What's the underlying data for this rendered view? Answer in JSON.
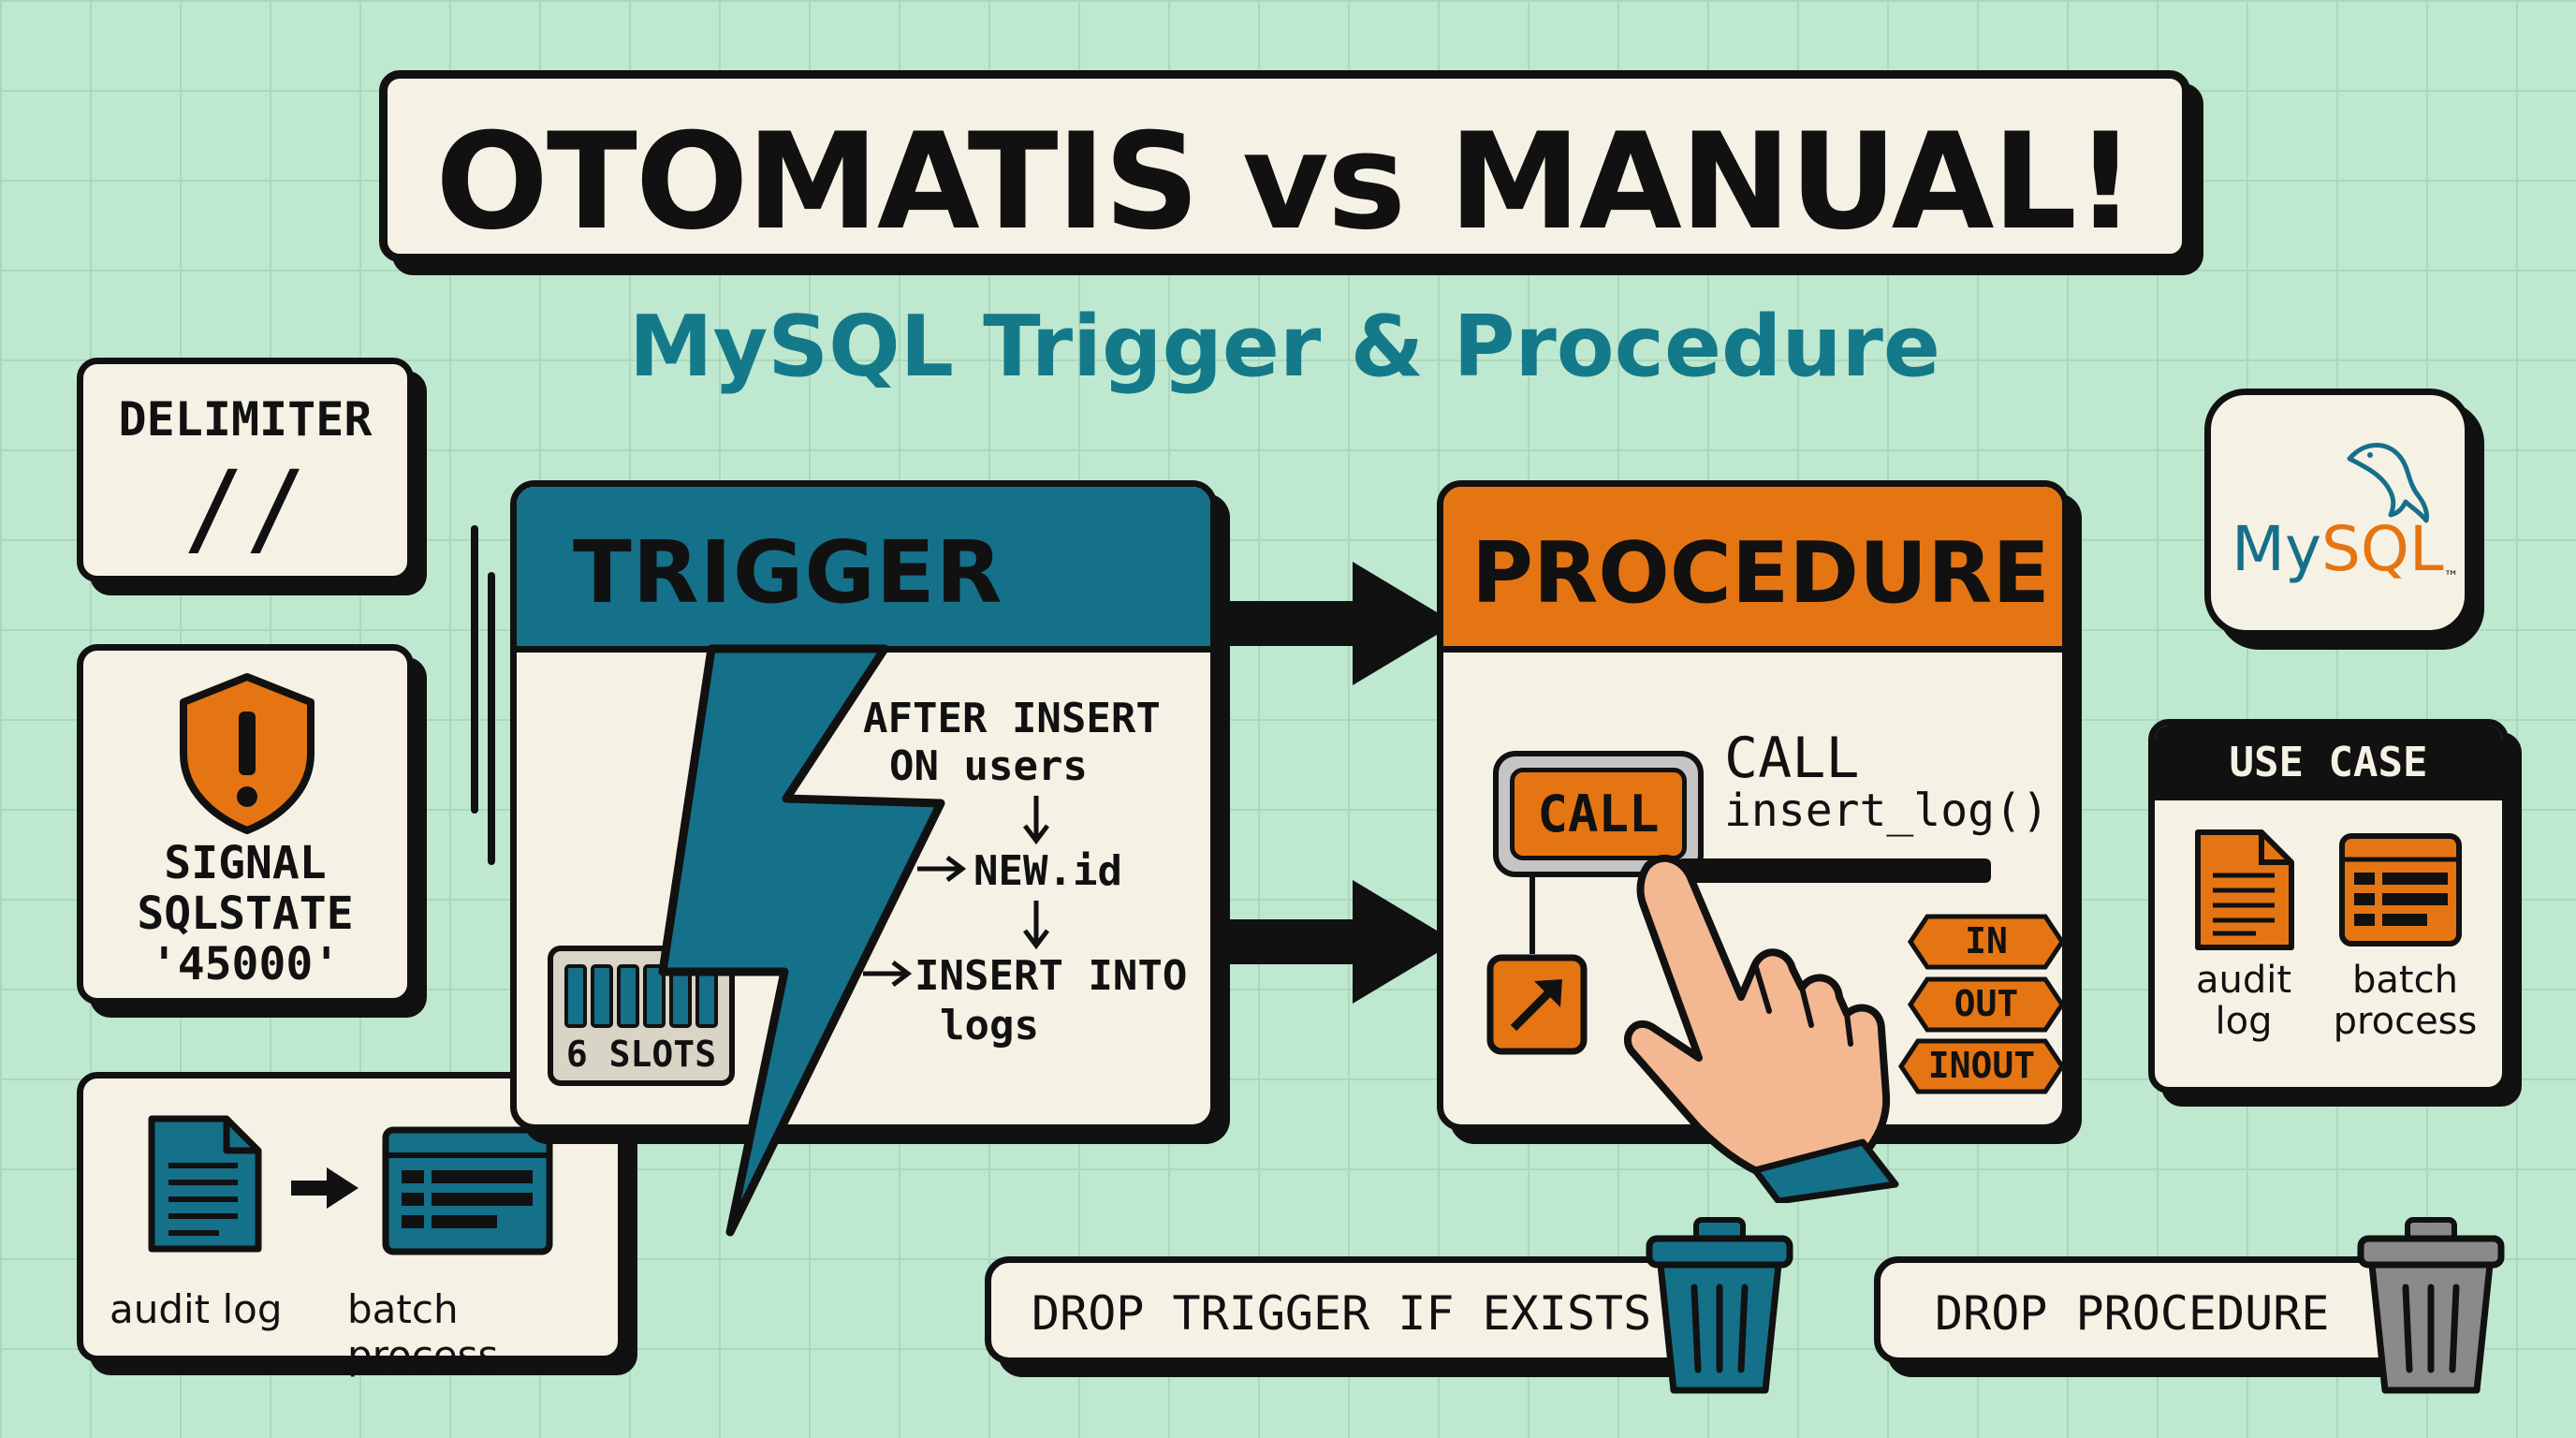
{
  "header": {
    "title": "OTOMATIS vs MANUAL!",
    "subtitle": "MySQL Trigger & Procedure"
  },
  "delimiter": {
    "label": "DELIMITER",
    "symbol": "//"
  },
  "signal": {
    "line1": "SIGNAL",
    "line2": "SQLSTATE",
    "line3": "'45000'"
  },
  "trigger": {
    "title": "TRIGGER",
    "flow": [
      "AFTER INSERT",
      "ON users",
      "NEW.id",
      "INSERT INTO",
      "logs"
    ],
    "slots_label": "6 SLOTS"
  },
  "procedure": {
    "title": "PROCEDURE",
    "call_button": "CALL",
    "call_text": "CALL",
    "call_fn": "insert_log()",
    "params": [
      "IN",
      "OUT",
      "INOUT"
    ]
  },
  "use_case": {
    "header": "USE CASE",
    "items": [
      {
        "line1": "audit",
        "line2": "log"
      },
      {
        "line1": "batch",
        "line2": "process"
      }
    ]
  },
  "bottom_left": {
    "left_label": "audit log",
    "right_label": "batch process"
  },
  "drops": {
    "trigger": "DROP TRIGGER IF EXISTS",
    "procedure": "DROP PROCEDURE"
  },
  "logo": {
    "my": "My",
    "sql": "SQL",
    "tm": "™"
  },
  "colors": {
    "background": "#bfe8d0",
    "teal": "#15708a",
    "orange": "#e57512",
    "card": "#f5f1e4",
    "ink": "#111111",
    "grey": "#8a8a8a"
  }
}
